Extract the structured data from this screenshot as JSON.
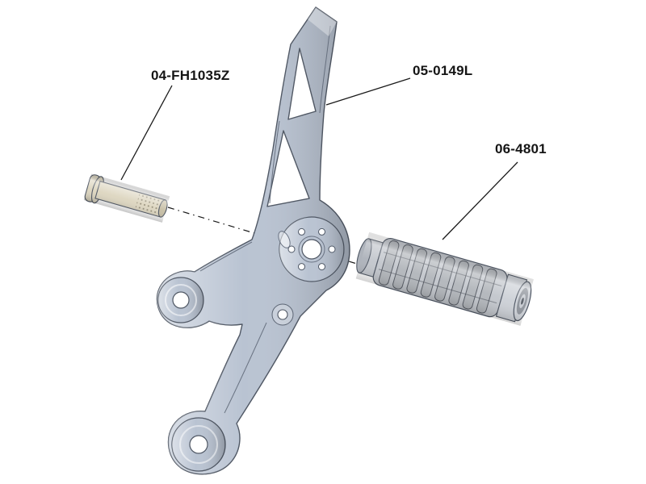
{
  "diagram": {
    "background": "#ffffff",
    "labels": [
      {
        "part": "flat-head-bolt",
        "text": "04-FH1035Z"
      },
      {
        "part": "rearset-bracket",
        "text": "05-0149L"
      },
      {
        "part": "footpeg-grip",
        "text": "06-4801"
      }
    ],
    "colors": {
      "background": "#ffffff",
      "bracket-fill": "#b9c3d2",
      "bracket-edge": "#4e5663",
      "bolt-fill": "#ddd6c0",
      "peg-fill": "#c3c7cd",
      "line": "#1a1a1a"
    }
  }
}
